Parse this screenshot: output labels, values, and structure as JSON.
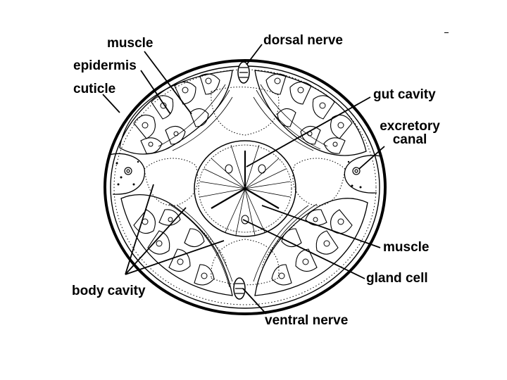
{
  "labels": {
    "muscle_top": "muscle",
    "epidermis": "epidermis",
    "cuticle": "cuticle",
    "dorsal_nerve": "dorsal nerve",
    "gut_cavity": "gut cavity",
    "excretory_line1": "excretory",
    "excretory_line2": "canal",
    "muscle_right": "muscle",
    "gland_cell": "gland cell",
    "body_cavity": "body cavity",
    "ventral_nerve": "ventral nerve"
  },
  "colors": {
    "ink": "#000000",
    "paper": "#ffffff"
  }
}
